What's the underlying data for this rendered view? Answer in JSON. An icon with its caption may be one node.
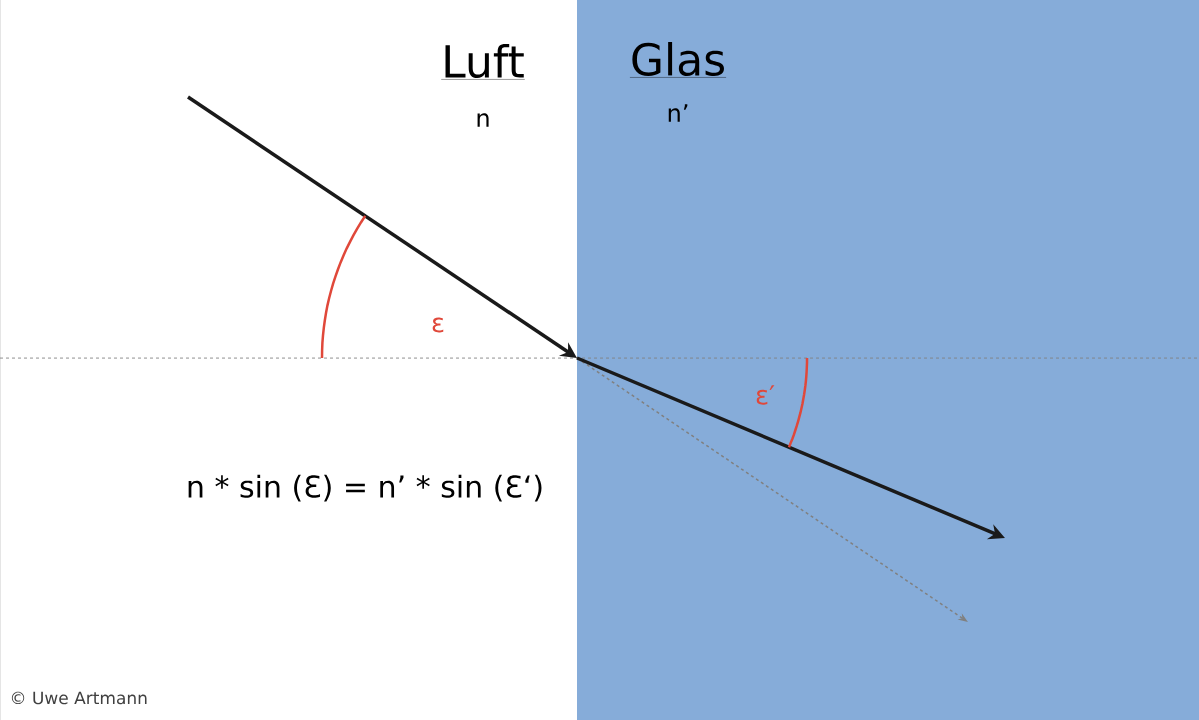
{
  "diagram": {
    "labels": [
      "Luft",
      "Glas",
      "n",
      "n’",
      "ε",
      "ε′",
      "n * sin (Ɛ) = n’ * sin (Ɛ‘)",
      "© Uwe Artmann"
    ]
  }
}
